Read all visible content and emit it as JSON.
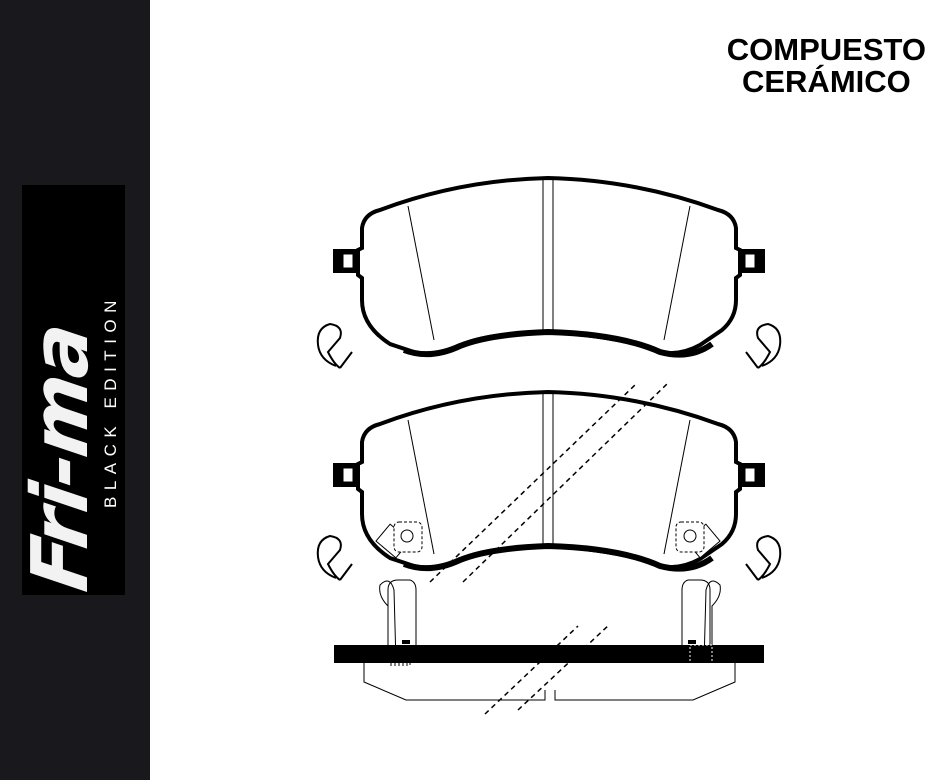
{
  "logo": {
    "brand": "Fri-ma",
    "edition": "BLACK EDITION"
  },
  "title": {
    "line1": "COMPUESTO",
    "line2": "CERÁMICO"
  },
  "colors": {
    "band": "#19181d",
    "logo_bg": "#000000",
    "line": "#000000"
  }
}
